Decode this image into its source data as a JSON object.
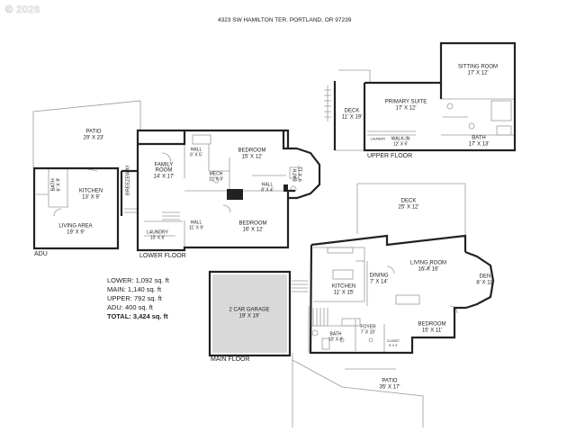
{
  "watermark": "© 2026",
  "address": "4323 SW HAMILTON TER. PORTLAND, OR 97239",
  "floors": {
    "lower": "LOWER FLOOR",
    "main": "MAIN FLOOR",
    "upper": "UPPER FLOOR",
    "adu": "ADU"
  },
  "rooms": {
    "patio_lower": {
      "name": "PATIO",
      "dims": "29' X 23'"
    },
    "kitchen_adu": {
      "name": "KITCHEN",
      "dims": "13' X 9'"
    },
    "bath_adu": {
      "name": "BATH",
      "dims": "6' X 9'"
    },
    "living_adu": {
      "name": "LIVING AREA",
      "dims": "19' X 9'"
    },
    "breezeway": {
      "name": "BREEZEWAY"
    },
    "family_room": {
      "name": "FAMILY",
      "name2": "ROOM",
      "dims": "14' X 17'"
    },
    "hall_a": {
      "name": "HALL",
      "dims": "6' X 5'"
    },
    "mech": {
      "name": "MECH",
      "dims": "11' X 9'"
    },
    "bedroom_lower_1": {
      "name": "BEDROOM",
      "dims": "15' X 12'"
    },
    "hall_b": {
      "name": "HALL",
      "dims": "8' X 4'"
    },
    "bath_lower": {
      "name": "BATH",
      "dims": "9' X 11'"
    },
    "hall_c": {
      "name": "HALL",
      "dims": "11' X 9'"
    },
    "laundry_lower": {
      "name": "LAUNDRY",
      "dims": "10' X 6'"
    },
    "bedroom_lower_2": {
      "name": "BEDROOM",
      "dims": "16' X 12'"
    },
    "deck_upper": {
      "name": "DECK",
      "dims": "11' X 19'"
    },
    "primary_suite": {
      "name": "PRIMARY SUITE",
      "dims": "17' X 12'"
    },
    "walkin": {
      "name": "WALK-IN",
      "dims": "12' X 5'"
    },
    "laundry_upper": {
      "name": "LAUNDRY"
    },
    "sitting_room": {
      "name": "SITTING ROOM",
      "dims": "17' X 12'"
    },
    "bath_upper": {
      "name": "BATH",
      "dims": "17' X 13'"
    },
    "deck_main": {
      "name": "DECK",
      "dims": "25' X 12'"
    },
    "living_room": {
      "name": "LIVING ROOM",
      "dims": "16' X 16'"
    },
    "den": {
      "name": "DEN",
      "dims": "8' X 11'"
    },
    "kitchen_main": {
      "name": "KITCHEN",
      "dims": "11' X 15'"
    },
    "dining": {
      "name": "DINING",
      "dims": "7' X 14'"
    },
    "garage": {
      "name": "2 CAR GARAGE",
      "dims": "19' X 19'"
    },
    "foyer": {
      "name": "FOYER",
      "dims": "7' X 10'"
    },
    "bath_main": {
      "name": "BATH",
      "dims": "10' X 6'"
    },
    "closet": {
      "name": "CLOSET",
      "dims": "6' X 3'"
    },
    "bedroom_main": {
      "name": "BEDROOM",
      "dims": "15' X 11'"
    },
    "patio_main": {
      "name": "PATIO",
      "dims": "35' X 17'"
    }
  },
  "summary": {
    "lower": "LOWER: 1,092 sq. ft",
    "main": "MAIN: 1,140 sq. ft",
    "upper": "UPPER: 792 sq. ft",
    "adu": "ADU: 400 sq. ft",
    "total": "TOTAL: 3,424 sq. ft"
  },
  "colors": {
    "wall": "#222222",
    "thin_wall": "#9a9a9a",
    "garage_fill": "#d9d9d9",
    "background": "#ffffff"
  }
}
